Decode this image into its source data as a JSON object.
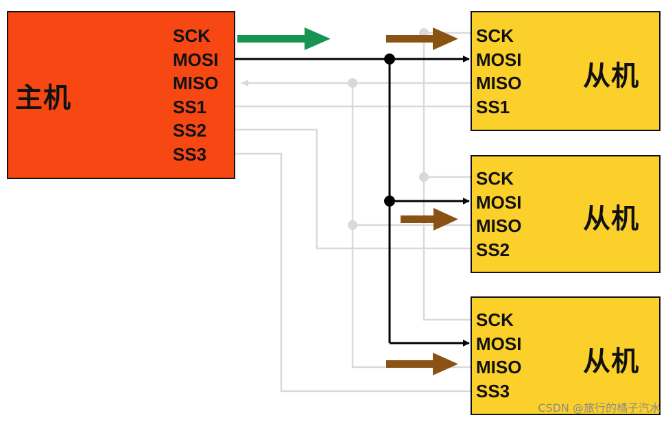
{
  "master": {
    "title": "主机",
    "pins": [
      "SCK",
      "MOSI",
      "MISO",
      "SS1",
      "SS2",
      "SS3"
    ]
  },
  "slaves": [
    {
      "title": "从机",
      "pins": [
        "SCK",
        "MOSI",
        "MISO",
        "SS1"
      ]
    },
    {
      "title": "从机",
      "pins": [
        "SCK",
        "MOSI",
        "MISO",
        "SS2"
      ]
    },
    {
      "title": "从机",
      "pins": [
        "SCK",
        "MOSI",
        "MISO",
        "SS3"
      ]
    }
  ],
  "watermark": "CSDN @旅行的橘子汽水",
  "colors": {
    "master_fill": "#f74814",
    "slave_fill": "#fcd02b",
    "active_line": "#000000",
    "inactive_line": "#d9d9d9",
    "sck_arrow": "#189452",
    "miso_arrow": "#8a5213"
  }
}
